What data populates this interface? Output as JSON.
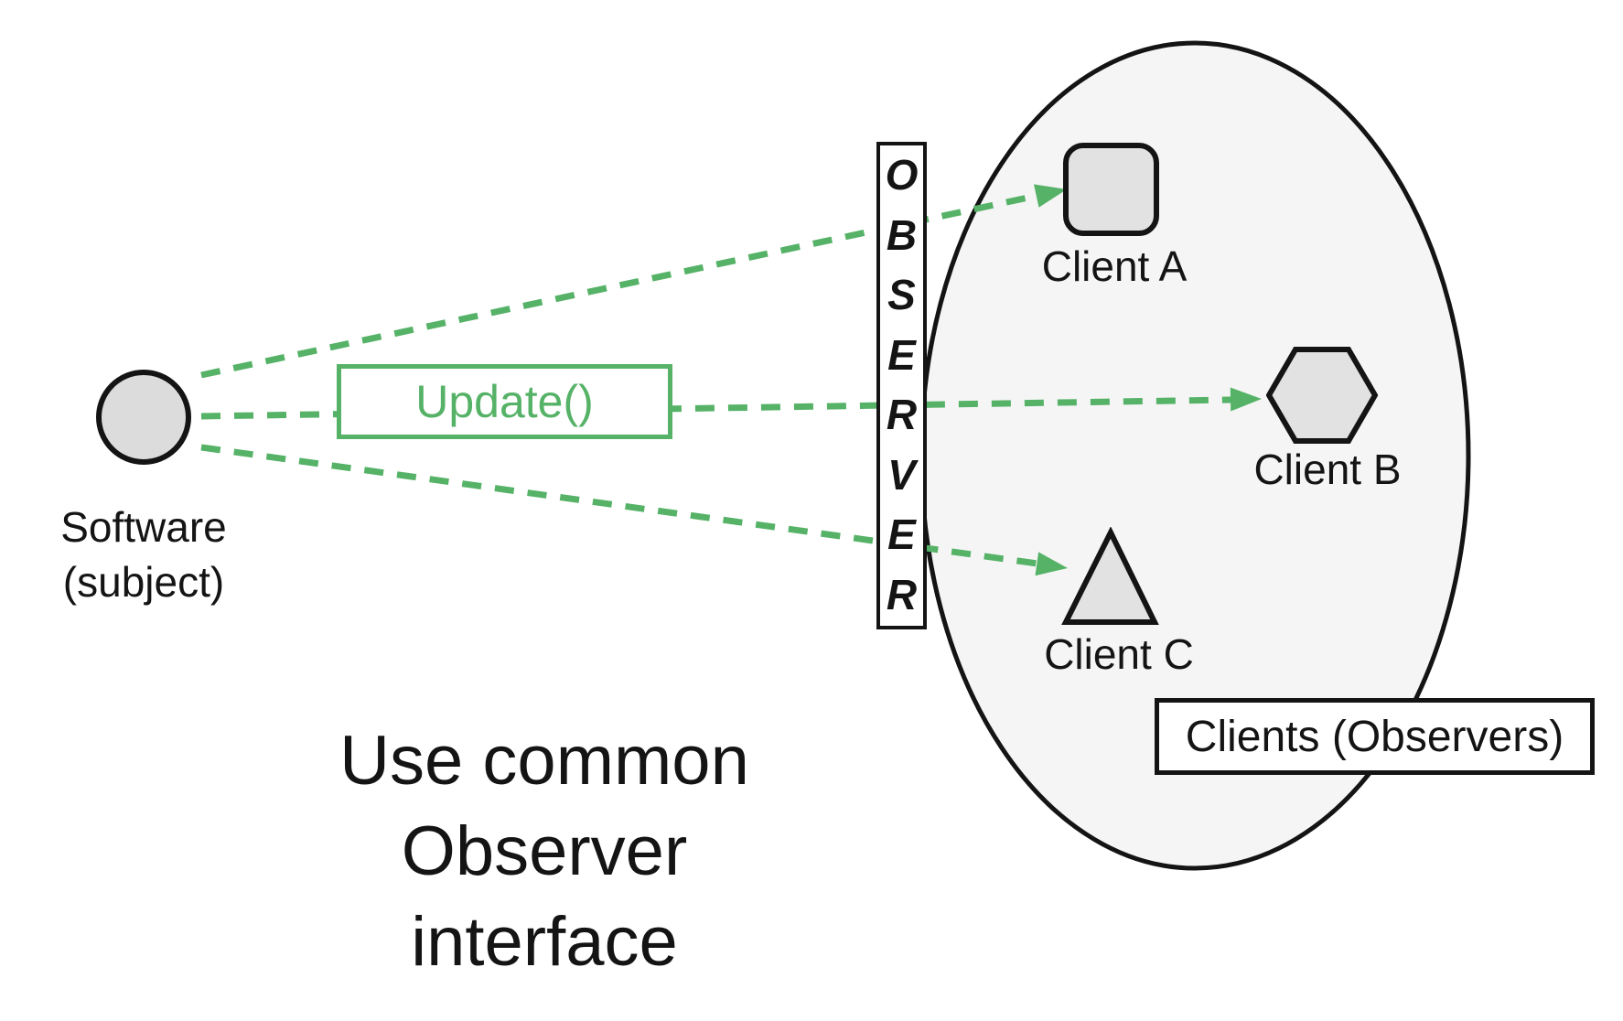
{
  "colors": {
    "green": "#55b267",
    "shape_fill": "#e2e2e2",
    "circle_fill": "#dcdcdc",
    "ellipse_fill": "#f5f5f5",
    "outline": "#141414"
  },
  "subject": {
    "lines": [
      "Software",
      "(subject)"
    ]
  },
  "update_box": {
    "label": "Update()"
  },
  "observer_bar": {
    "label": "OBSERVER"
  },
  "clients": [
    {
      "label": "Client A",
      "shape": "rounded-square"
    },
    {
      "label": "Client B",
      "shape": "hexagon"
    },
    {
      "label": "Client C",
      "shape": "triangle"
    }
  ],
  "group_label": "Clients (Observers)",
  "caption": {
    "lines": [
      "Use common",
      "Observer",
      "interface"
    ]
  }
}
